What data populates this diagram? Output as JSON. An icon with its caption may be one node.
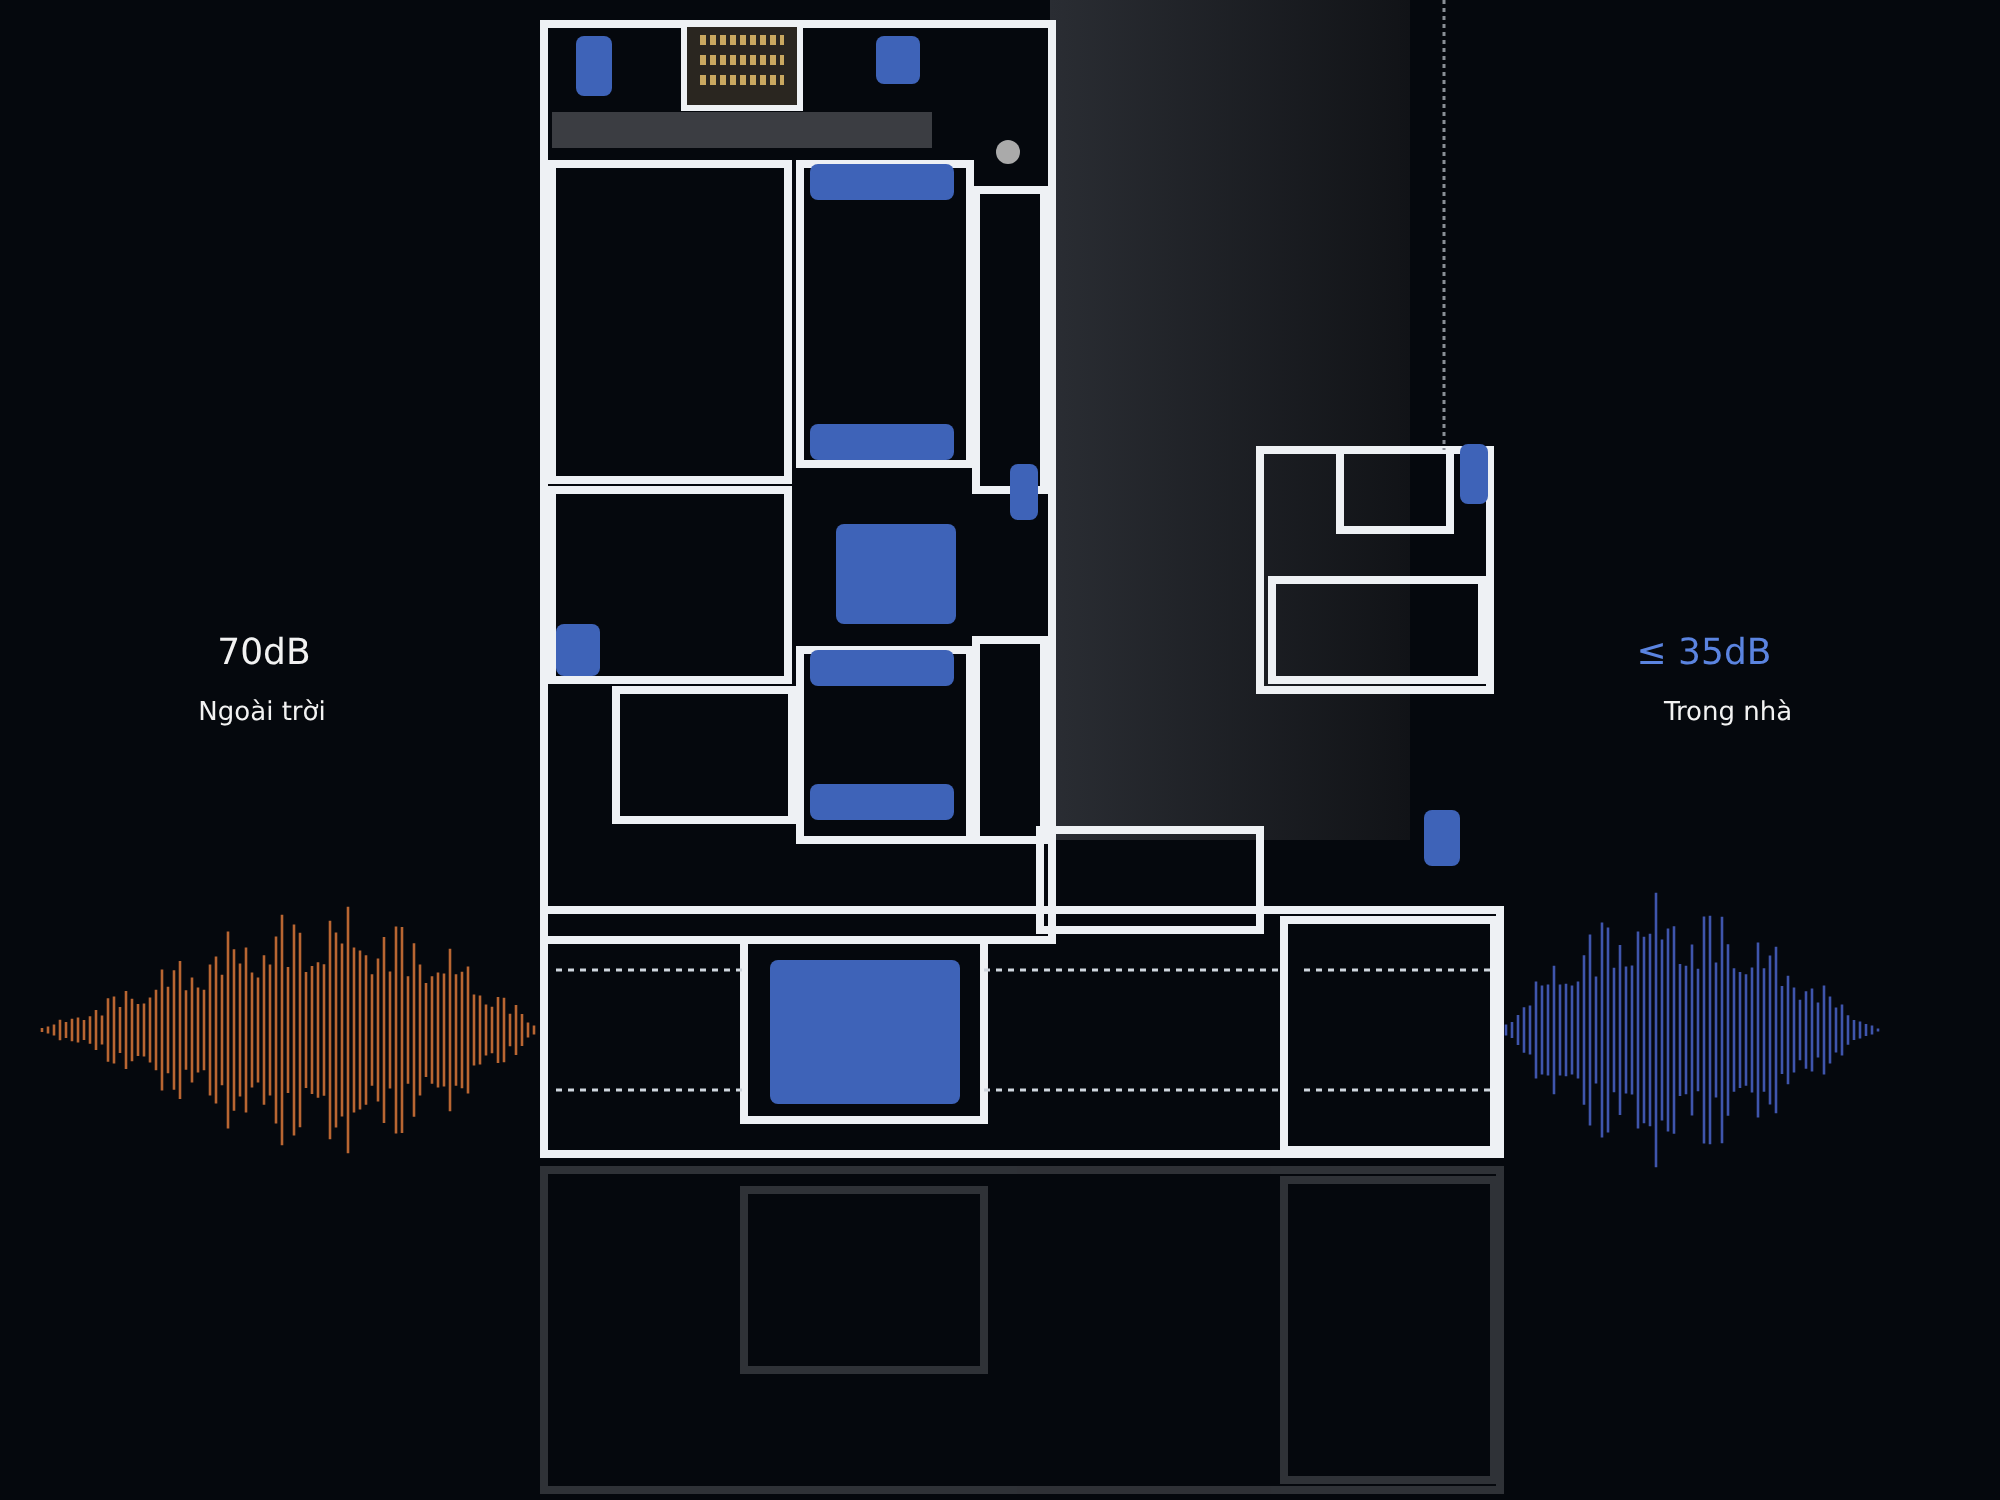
{
  "diagram": {
    "labels": [
      "70dB",
      "Ngoài trời",
      "≤ 35dB",
      "Trong nhà"
    ]
  }
}
